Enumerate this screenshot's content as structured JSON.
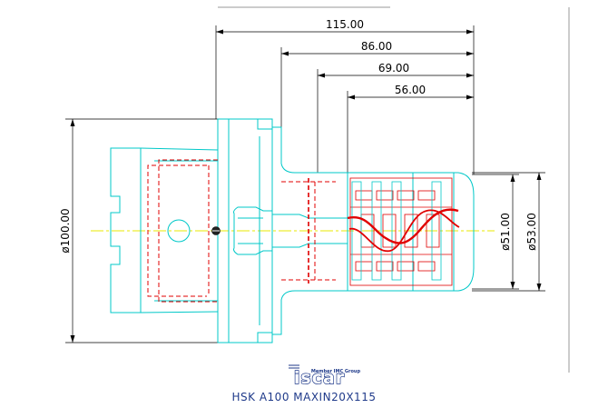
{
  "dimensions": {
    "length_115": "115.00",
    "length_86": "86.00",
    "length_69": "69.00",
    "length_56": "56.00",
    "diameter_100": "ø100.00",
    "diameter_51": "ø51.00",
    "diameter_53": "ø53.00"
  },
  "logo": {
    "tagline": "Member IMC Group",
    "wordmark": "iscar"
  },
  "caption": "HSK A100 MAXIN20X115",
  "colors": {
    "outline": "#00c8c8",
    "hidden": "#e00000",
    "dimension": "#000000",
    "centerline": "#e8e800",
    "brand": "#1f3a8a"
  }
}
